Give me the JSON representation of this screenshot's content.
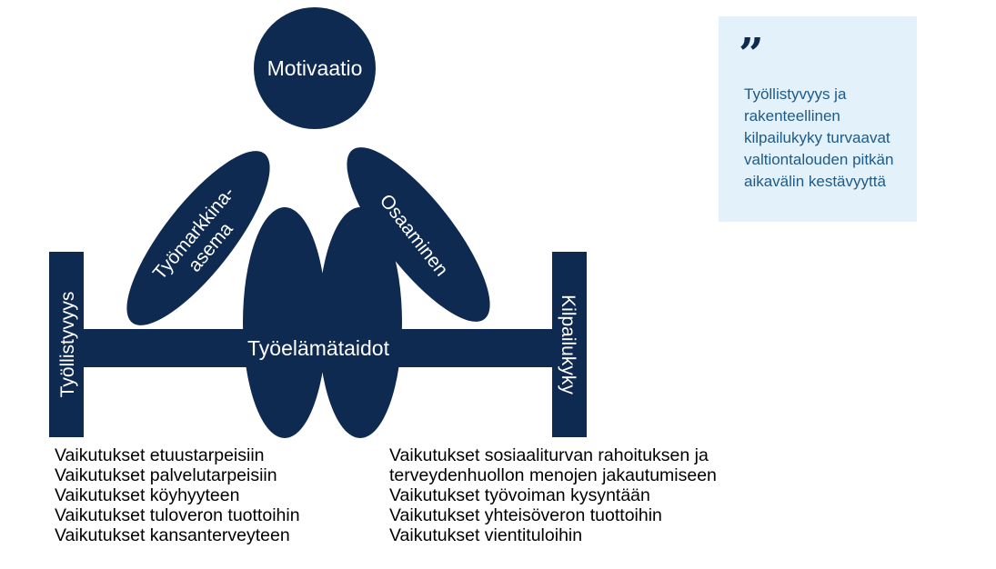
{
  "diagram": {
    "head": "Motivaatio",
    "left_arm": [
      "Työmarkkina-",
      "asema"
    ],
    "right_arm": "Osaaminen",
    "bar": "Työelämätaidot",
    "left_weight": "Työllistyvyys",
    "right_weight": "Kilpailukyky",
    "fill_color": "#0e2a50"
  },
  "quote": {
    "icon": "quote-mark-icon",
    "text": "Työllistyvyys ja rakenteellinen kilpailukyky turvaavat valtiontalouden pitkän aikavälin kestävyyttä",
    "background": "#e3f1fb"
  },
  "effects_left": [
    "Vaikutukset etuustarpeisiin",
    "Vaikutukset palvelutarpeisiin",
    "Vaikutukset köyhyyteen",
    "Vaikutukset tuloveron tuottoihin",
    "Vaikutukset kansanterveyteen"
  ],
  "effects_right": [
    "Vaikutukset sosiaaliturvan rahoituksen ja",
    "terveydenhuollon menojen jakautumiseen",
    "Vaikutukset työvoiman kysyntään",
    "Vaikutukset yhteisöveron tuottoihin",
    "Vaikutukset vientituloihin"
  ]
}
